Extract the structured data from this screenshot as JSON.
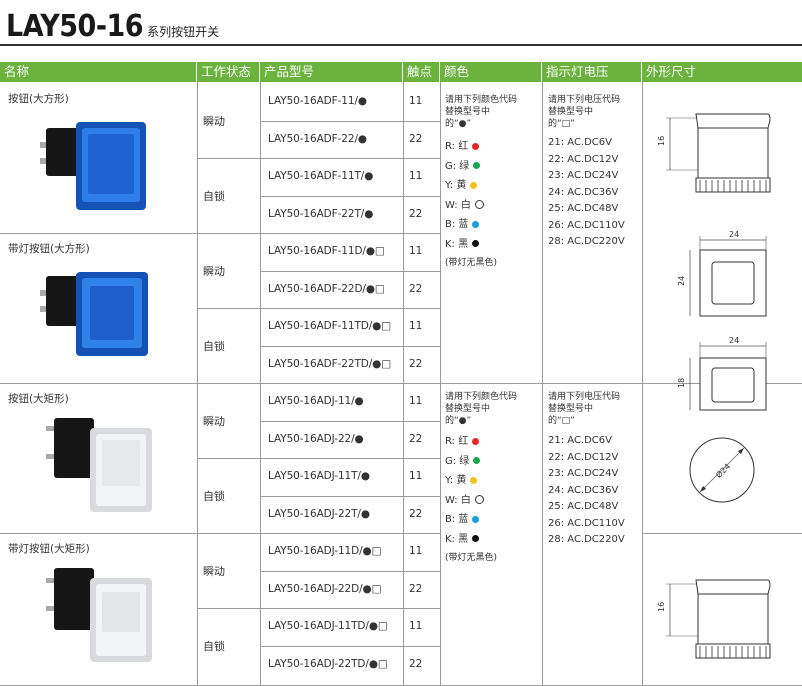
{
  "title": {
    "model": "LAY50-16",
    "subtitle": "系列按钮开关"
  },
  "headers": [
    "名称",
    "工作状态",
    "产品型号",
    "触点",
    "颜色",
    "指示灯电压",
    "外形尺寸"
  ],
  "groups": [
    {
      "name": "按钮(大方形)",
      "states": [
        "瞬动",
        "自锁"
      ],
      "rows": [
        {
          "model": "LAY50-16ADF-11/●",
          "contact": "11"
        },
        {
          "model": "LAY50-16ADF-22/●",
          "contact": "22"
        },
        {
          "model": "LAY50-16ADF-11T/●",
          "contact": "11"
        },
        {
          "model": "LAY50-16ADF-22T/●",
          "contact": "22"
        }
      ]
    },
    {
      "name": "带灯按钮(大方形)",
      "states": [
        "瞬动",
        "自锁"
      ],
      "rows": [
        {
          "model": "LAY50-16ADF-11D/●□",
          "contact": "11"
        },
        {
          "model": "LAY50-16ADF-22D/●□",
          "contact": "22"
        },
        {
          "model": "LAY50-16ADF-11TD/●□",
          "contact": "11"
        },
        {
          "model": "LAY50-16ADF-22TD/●□",
          "contact": "22"
        }
      ]
    },
    {
      "name": "按钮(大矩形)",
      "states": [
        "瞬动",
        "自锁"
      ],
      "rows": [
        {
          "model": "LAY50-16ADJ-11/●",
          "contact": "11"
        },
        {
          "model": "LAY50-16ADJ-22/●",
          "contact": "22"
        },
        {
          "model": "LAY50-16ADJ-11T/●",
          "contact": "11"
        },
        {
          "model": "LAY50-16ADJ-22T/●",
          "contact": "22"
        }
      ]
    },
    {
      "name": "带灯按钮(大矩形)",
      "states": [
        "瞬动",
        "自锁"
      ],
      "rows": [
        {
          "model": "LAY50-16ADJ-11D/●□",
          "contact": "11"
        },
        {
          "model": "LAY50-16ADJ-22D/●□",
          "contact": "22"
        },
        {
          "model": "LAY50-16ADJ-11TD/●□",
          "contact": "11"
        },
        {
          "model": "LAY50-16ADJ-22TD/●□",
          "contact": "22"
        }
      ]
    }
  ],
  "colors": {
    "note": [
      "请用下列颜色代码",
      "替换型号中",
      "的“●”"
    ],
    "items": [
      {
        "label": "R: 红",
        "color": "#e8262b"
      },
      {
        "label": "G: 绿",
        "color": "#1aa54a"
      },
      {
        "label": "Y: 黄",
        "color": "#f6c21b"
      },
      {
        "label": "W: 白",
        "color": "#ffffff"
      },
      {
        "label": "B: 蓝",
        "color": "#16a0dc"
      },
      {
        "label": "K: 黑",
        "color": "#111111"
      }
    ],
    "footnote": "(带灯无黑色)"
  },
  "voltage": {
    "note": [
      "请用下列电压代码",
      "替换型号中",
      "的“□”"
    ],
    "items": [
      "21: AC.DC6V",
      "22: AC.DC12V",
      "23: AC.DC24V",
      "24: AC.DC36V",
      "25: AC.DC48V",
      "26: AC.DC110V",
      "28: AC.DC220V"
    ]
  },
  "dimensions": {
    "height_label": "16",
    "width_label": "24",
    "square_side_label": "24",
    "rect_height_label": "18",
    "diameter_label": "Ø24"
  },
  "theme": {
    "header_green": "#6cb33e",
    "button_blue": "#1f6fd1"
  }
}
